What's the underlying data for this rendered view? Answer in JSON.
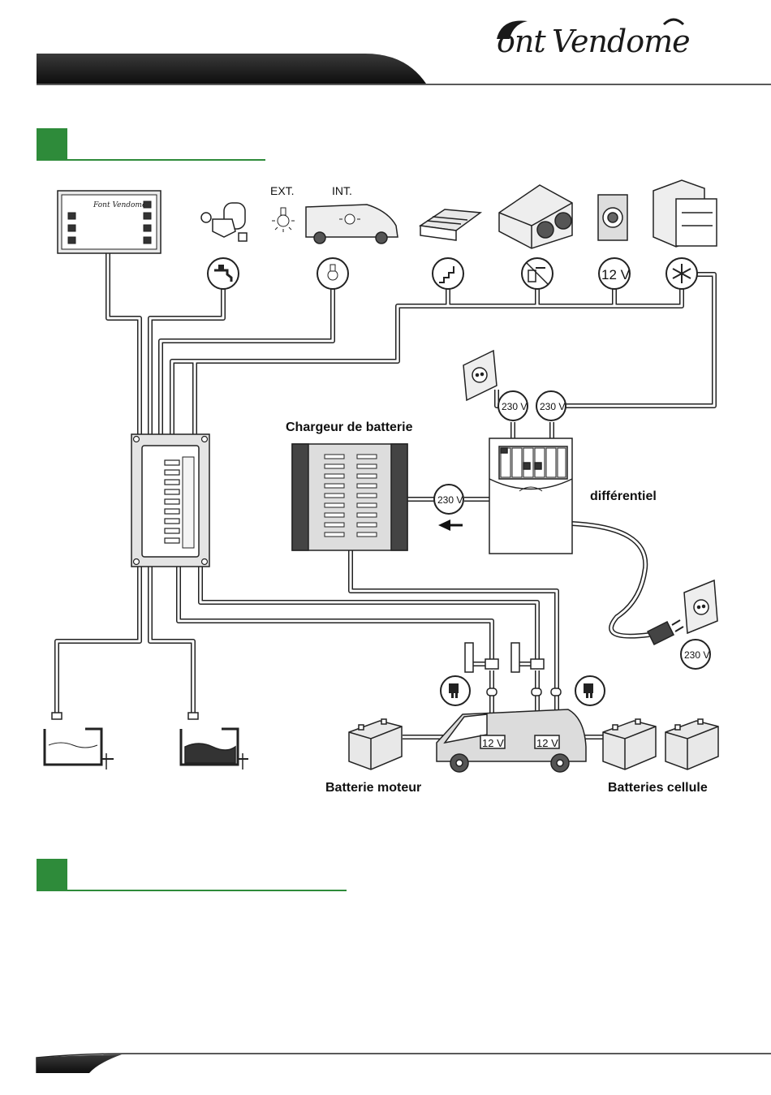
{
  "header": {
    "brand": "Font Vendome",
    "brand_color": "#1a1a1a",
    "accent": "#2e8b3a"
  },
  "diagram": {
    "lamp_labels": {
      "ext": "EXT.",
      "int": "INT."
    },
    "charger_label": "Chargeur de batterie",
    "differential_label": "différentiel",
    "engine_battery_label": "Batterie moteur",
    "cell_batteries_label": "Batteries cellule",
    "badges": {
      "v230_socket_a": "230 V",
      "v230_socket_b": "230 V",
      "v230_charger": "230 V",
      "v230_plug": "230 V",
      "v12_top": "12 V",
      "v12_left": "12 V",
      "v12_right": "12 V"
    },
    "icons": [
      "control-panel-icon",
      "water-pump-icon",
      "lamp-ext-icon",
      "van-int-lamp-icon",
      "step-icon",
      "heater-icon",
      "socket-12v-icon",
      "fridge-icon",
      "tap-icon",
      "light-icon",
      "stairs-icon",
      "boiler-icon",
      "snowflake-icon",
      "wall-socket-icon",
      "plug-icon",
      "fuse-icon",
      "battery-icon",
      "water-tank-icon"
    ]
  }
}
